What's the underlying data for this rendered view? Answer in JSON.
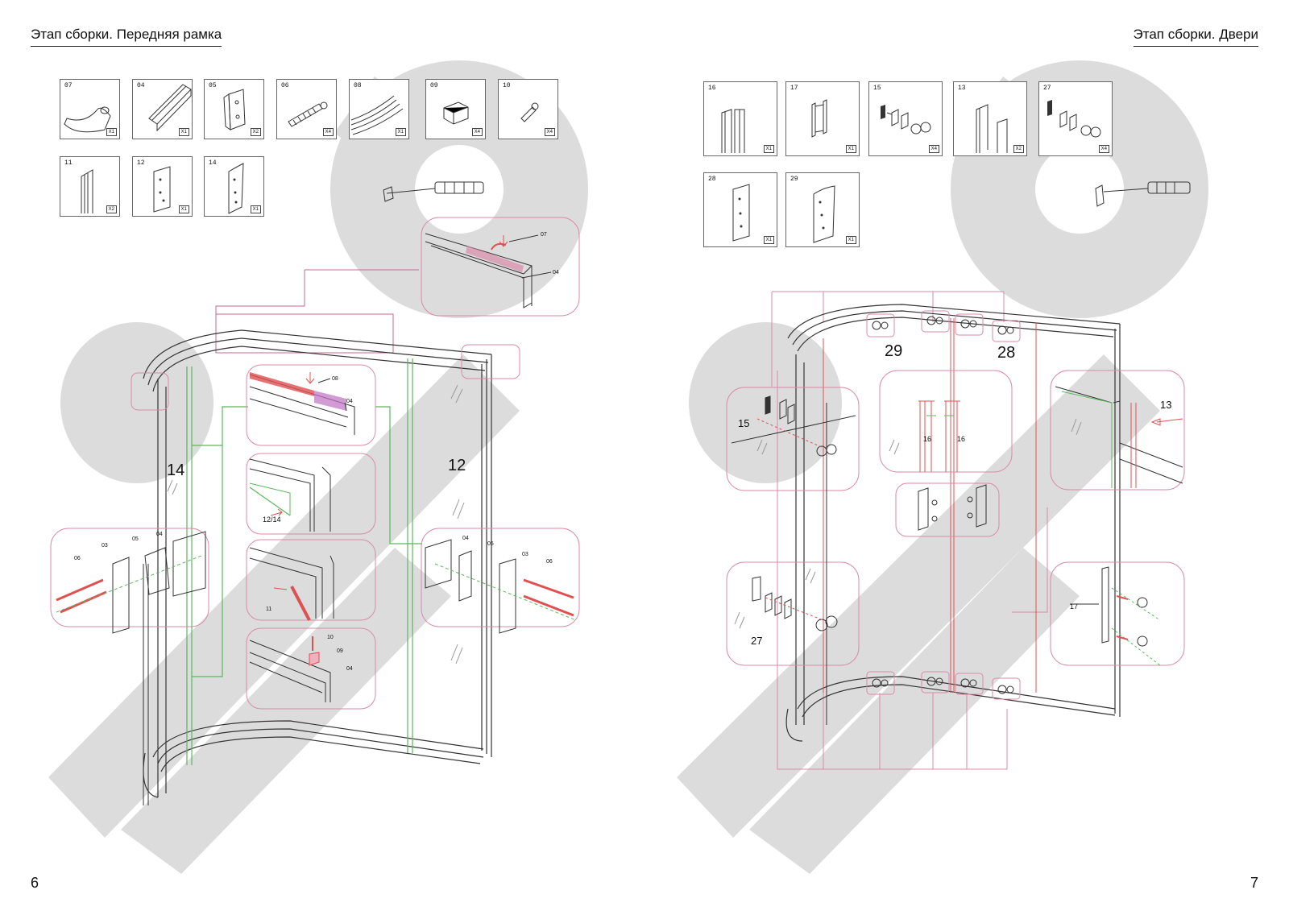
{
  "left_page": {
    "heading": "Этап сборки. Передняя рамка",
    "page_number": "6",
    "parts": [
      {
        "code": "07",
        "qty": "X1",
        "icon": "handle-bracket-icon"
      },
      {
        "code": "04",
        "qty": "X1",
        "icon": "profile-rail-icon"
      },
      {
        "code": "05",
        "qty": "X2",
        "icon": "mounting-plate-icon"
      },
      {
        "code": "06",
        "qty": "X4",
        "icon": "wall-plug-screw-icon"
      },
      {
        "code": "08",
        "qty": "X1",
        "icon": "curved-seal-icon"
      },
      {
        "code": "09",
        "qty": "X4",
        "icon": "clip-block-icon"
      },
      {
        "code": "10",
        "qty": "X4",
        "icon": "small-screw-icon"
      },
      {
        "code": "11",
        "qty": "X2",
        "icon": "vertical-profile-icon"
      },
      {
        "code": "12",
        "qty": "X1",
        "icon": "glass-panel-icon"
      },
      {
        "code": "14",
        "qty": "X1",
        "icon": "curved-glass-panel-icon"
      }
    ],
    "callouts": {
      "big_14": "14",
      "big_12": "12",
      "c07": "07",
      "c04a": "04",
      "c08": "08",
      "c04b": "04",
      "c12_14": "12/14",
      "c11": "11",
      "c10": "10",
      "c09": "09",
      "c04c": "04",
      "l06": "06",
      "l03": "03",
      "l05": "05",
      "l04": "04",
      "r04": "04",
      "r05": "05",
      "r03": "03",
      "r06": "06"
    }
  },
  "right_page": {
    "heading": "Этап сборки. Двери",
    "page_number": "7",
    "parts": [
      {
        "code": "16",
        "qty": "X1",
        "icon": "door-profile-pair-icon"
      },
      {
        "code": "17",
        "qty": "X1",
        "icon": "door-handle-icon"
      },
      {
        "code": "15",
        "qty": "X4",
        "icon": "roller-assembly-icon"
      },
      {
        "code": "13",
        "qty": "X2",
        "icon": "magnetic-profile-icon"
      },
      {
        "code": "27",
        "qty": "X4",
        "icon": "roller-assembly-icon"
      },
      {
        "code": "28",
        "qty": "X1",
        "icon": "glass-door-icon"
      },
      {
        "code": "29",
        "qty": "X1",
        "icon": "curved-glass-door-icon"
      }
    ],
    "callouts": {
      "big_29": "29",
      "big_28": "28",
      "c15": "15",
      "c16a": "16",
      "c16b": "16",
      "c13": "13",
      "c27": "27",
      "c17": "17"
    }
  },
  "colors": {
    "watermark": "#d9d9d9",
    "highlight_pink": "#d98aa8",
    "highlight_red": "#e05050",
    "green_guides": "#5cb85c",
    "outline": "#333333"
  }
}
